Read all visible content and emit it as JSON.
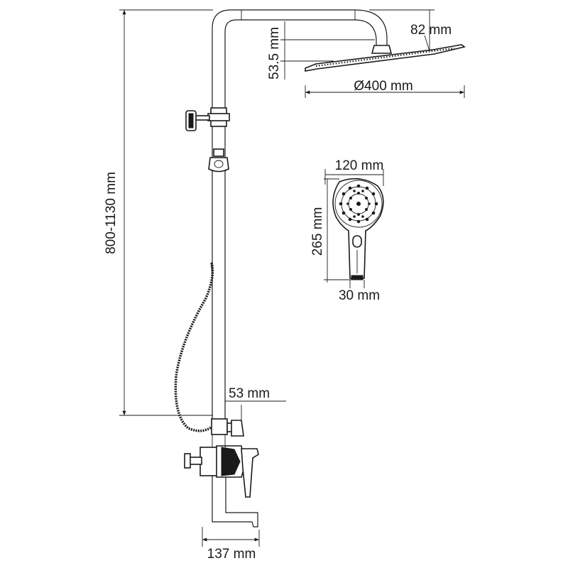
{
  "dimensions": {
    "head_thickness": "82 mm",
    "head_drop": "53.5 mm",
    "head_diameter": "Ø400 mm",
    "hand_width": "120 mm",
    "hand_length": "265 mm",
    "hand_handle_width": "30 mm",
    "height_range": "800-1130 mm",
    "bar_offset": "53 mm",
    "spout_length": "137 mm"
  }
}
